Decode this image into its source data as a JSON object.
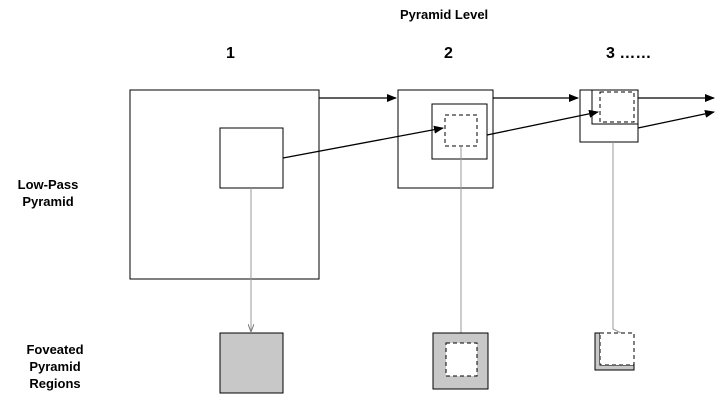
{
  "header": {
    "title": "Pyramid Level"
  },
  "levels": [
    {
      "label": "1"
    },
    {
      "label": "2"
    },
    {
      "label": "3 ……"
    }
  ],
  "rows": {
    "low_pass": {
      "line1": "Low-Pass",
      "line2": "Pyramid"
    },
    "foveated": {
      "line1": "Foveated",
      "line2": "Pyramid",
      "line3": "Regions"
    }
  },
  "colors": {
    "stroke": "#000000",
    "connector": "#888888",
    "fill": "#c8c8c8"
  }
}
